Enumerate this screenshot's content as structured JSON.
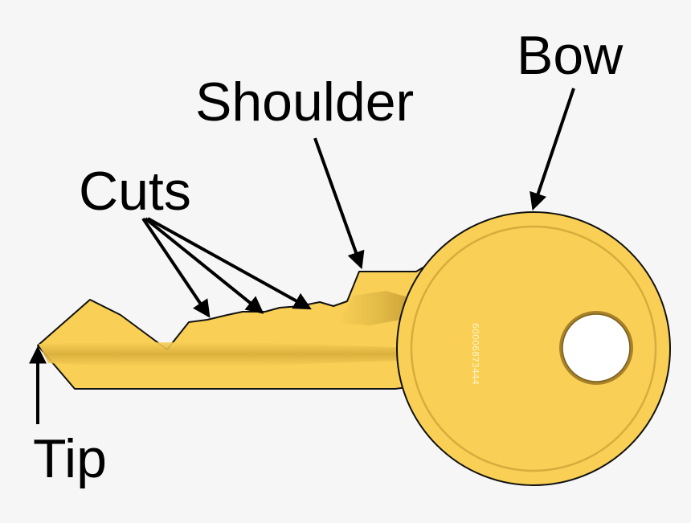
{
  "labels": {
    "bow": "Bow",
    "shoulder": "Shoulder",
    "cuts": "Cuts",
    "tip": "Tip"
  },
  "key": {
    "serial_number": "60006873444"
  },
  "colors": {
    "background": "#f6f6f6",
    "key_fill": "#f9d055",
    "key_outline": "#111111",
    "key_shade": "#c9a035",
    "arrow": "#000000"
  },
  "icons": [
    "key-icon"
  ]
}
